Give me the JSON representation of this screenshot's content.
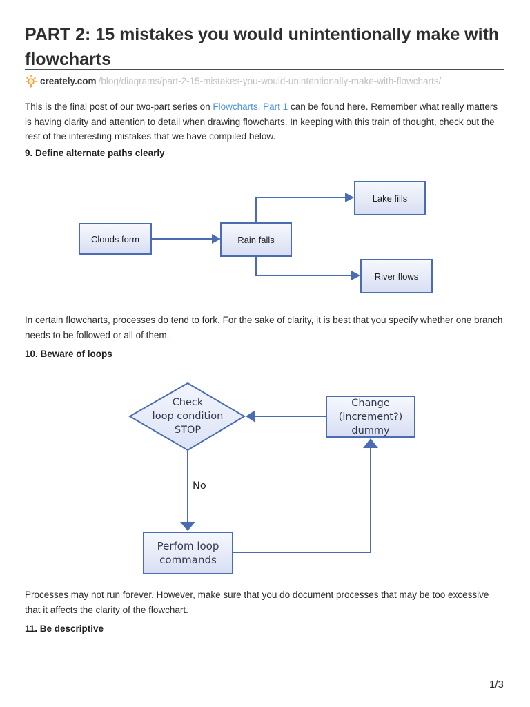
{
  "page": {
    "title": "PART 2: 15 mistakes you would unintentionally make with flowcharts",
    "source": {
      "site": "creately.com",
      "path": "/blog/diagrams/part-2-15-mistakes-you-would-unintentionally-make-with-flowcharts/"
    },
    "page_number": "1/3"
  },
  "intro": {
    "pre": "This is the final post of our two-part series on ",
    "link_flowcharts": "Flowcharts",
    "mid": ". ",
    "link_part1": "Part 1",
    "post": " can be found here. Remember what really matters is having clarity and attention to detail when drawing flowcharts. In keeping with this train of thought, check out the rest of the interesting mistakes that we have compiled below."
  },
  "section9": {
    "heading": "9. Define alternate paths clearly",
    "after_text": "In certain flowcharts, processes do tend to fork. For the sake of clarity, it is best that you specify whether one branch needs to be followed or all of them."
  },
  "section10": {
    "heading": "10. Beware of loops",
    "after_text": "Processes may not run forever. However, make sure that you do document processes that may be too excessive that it affects the clarity of the flowchart."
  },
  "section11": {
    "heading": "11. Be descriptive"
  },
  "flowchart1": {
    "nodes": {
      "clouds": "Clouds form",
      "rain": "Rain falls",
      "lake": "Lake fills",
      "river": "River flows"
    }
  },
  "flowchart2": {
    "nodes": {
      "check": "Check\nloop condition\nSTOP",
      "change": "Change\n(increment?)\ndummy",
      "perform": "Perfom loop\ncommands"
    },
    "no_label": "No"
  },
  "colors": {
    "accent_blue": "#4a6cb4",
    "link_blue": "#4a90e2",
    "node_fill_top": "#f6f8fd",
    "node_fill_bottom": "#d8dff3",
    "bulb_orange": "#f2a33c"
  }
}
